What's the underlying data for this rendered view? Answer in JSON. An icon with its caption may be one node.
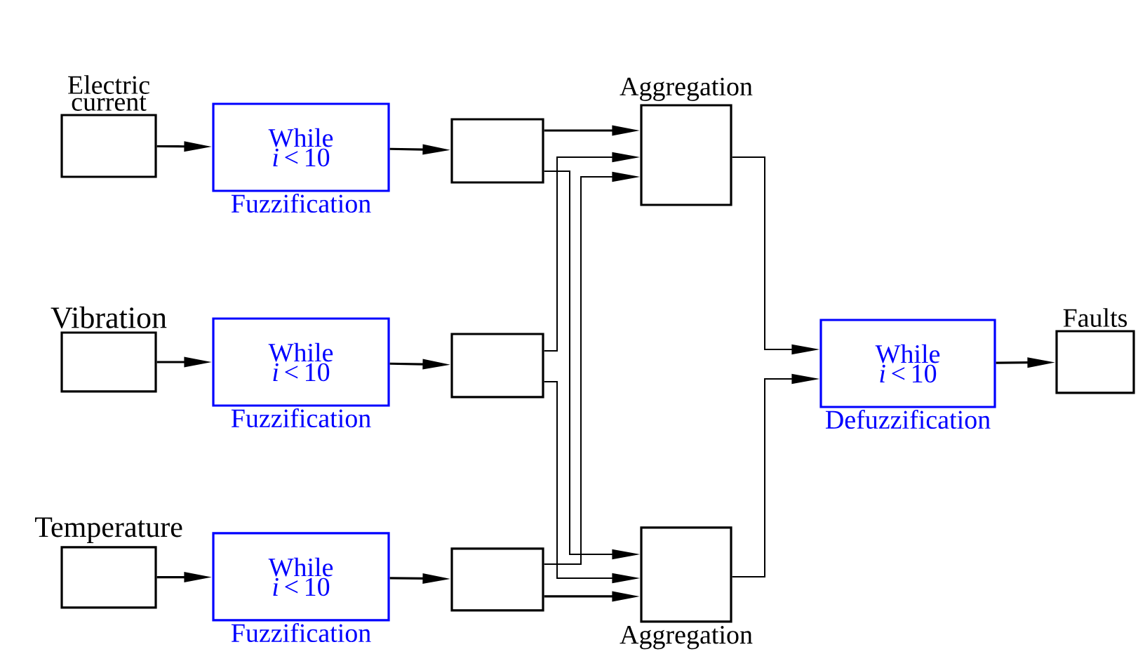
{
  "diagram": {
    "nodes": [
      {
        "text": [
          "Electric current"
        ]
      },
      {
        "text": [
          "While *i* < 10"
        ],
        "beside": [
          "Fuzzification"
        ]
      },
      {
        "text": [],
        "shape": "box"
      },
      {
        "text": [
          "Vibration"
        ]
      },
      {
        "text": [
          "While *i* < 10"
        ],
        "beside": [
          "Fuzzification"
        ]
      },
      {
        "text": [],
        "shape": "box"
      },
      {
        "text": [
          "Temperature"
        ]
      },
      {
        "text": [
          "While *i* < 10"
        ],
        "beside": [
          "Fuzzification"
        ]
      },
      {
        "text": [],
        "shape": "box"
      },
      {
        "text": [
          "Aggregation"
        ]
      },
      {
        "text": [
          "Aggregation"
        ]
      },
      {
        "text": [
          "While *i* < 10"
        ],
        "beside": [
          "Defuzzification"
        ]
      },
      {
        "text": [
          "Faults"
        ]
      }
    ],
    "edges": [
      {
        "from": 0,
        "to": 1,
        "arrow": "to"
      },
      {
        "from": 1,
        "to": 2,
        "arrow": "to"
      },
      {
        "from": 3,
        "to": 4,
        "arrow": "to"
      },
      {
        "from": 4,
        "to": 5,
        "arrow": "to"
      },
      {
        "from": 6,
        "to": 7,
        "arrow": "to"
      },
      {
        "from": 7,
        "to": 8,
        "arrow": "to"
      },
      {
        "from": 2,
        "to": 9,
        "arrow": "to"
      },
      {
        "from": 2,
        "to": 10,
        "arrow": "to"
      },
      {
        "from": 5,
        "to": 9,
        "arrow": "to"
      },
      {
        "from": 5,
        "to": 10,
        "arrow": "to"
      },
      {
        "from": 8,
        "to": 9,
        "arrow": "to"
      },
      {
        "from": 8,
        "to": 10,
        "arrow": "to"
      },
      {
        "from": 9,
        "to": 11,
        "arrow": "to"
      },
      {
        "from": 10,
        "to": 11,
        "arrow": "to"
      },
      {
        "from": 11,
        "to": 12,
        "arrow": "to"
      }
    ]
  }
}
